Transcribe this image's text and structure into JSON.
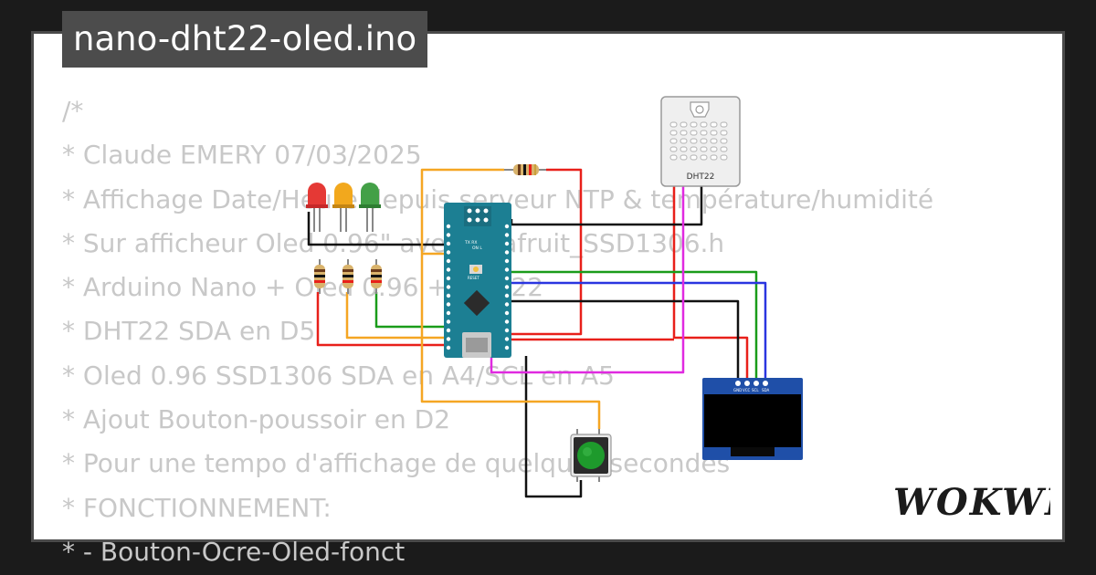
{
  "title": "nano-dht22-oled.ino",
  "code_lines": [
    "/*",
    "* Claude EMERY 07/03/2025",
    "* Affichage Date/Heure depuis serveur NTP & température/humidité",
    "* Sur afficheur Oled 0.96\" avec Adafruit_SSD1306.h",
    "* Arduino Nano + Oled 0.96 + DHT22",
    "* DHT22 SDA en D5",
    "* Oled 0.96 SSD1306 SDA en A4/SCL en A5",
    "* Ajout Bouton-poussoir en D2",
    "* Pour une tempo d'affichage de quelques secondes",
    "* FONCTIONNEMENT:",
    "* - Bouton-Ocre-Oled-fonct"
  ],
  "circuit": {
    "sensor_label": "DHT22",
    "oled_pins": [
      "GND",
      "VCC",
      "SCL",
      "SDA"
    ],
    "nano_labels": {
      "tx_rx": "TX RX",
      "on_l": "ON  L",
      "reset": "RESET"
    },
    "led_colors": [
      "#e53935",
      "#f2a81d",
      "#43a047"
    ],
    "wire_colors": {
      "red": "#e8201a",
      "black": "#111111",
      "green": "#1a9c1a",
      "blue": "#2a35e0",
      "magenta": "#e02ae0",
      "orange": "#f5a623"
    },
    "nano_color": "#1c7f93",
    "oled_color": "#1f4fa8",
    "button_color": "#1e9a2c"
  },
  "logo": "WOKWI"
}
